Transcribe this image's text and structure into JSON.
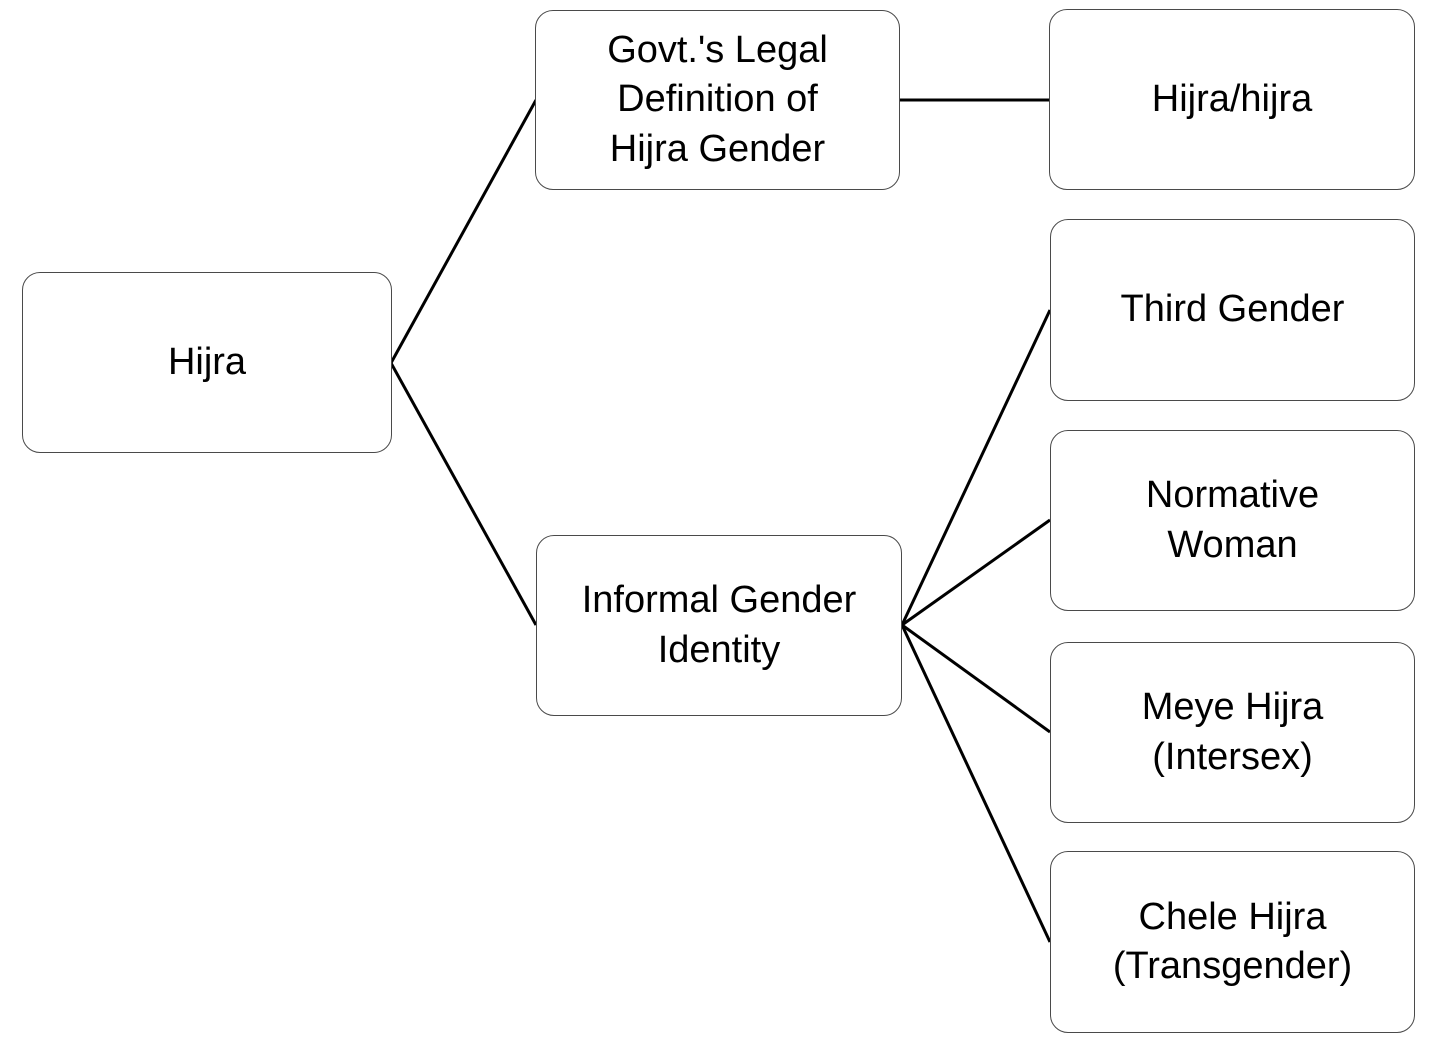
{
  "colors": {
    "background": "#ffffff",
    "edge": "#000000",
    "node_border": "#4a4a4a",
    "node_fill": "#ffffff",
    "text": "#000000"
  },
  "nodes": {
    "root": {
      "label": "Hijra"
    },
    "legal_definition": {
      "label": "Govt.'s Legal\nDefinition of\nHijra Gender"
    },
    "hijra_hijra": {
      "label": "Hijra/hijra"
    },
    "informal_identity": {
      "label": "Informal Gender\nIdentity"
    },
    "third_gender": {
      "label": "Third Gender"
    },
    "normative_woman": {
      "label": "Normative\nWoman"
    },
    "meye_hijra": {
      "label": "Meye Hijra\n(Intersex)"
    },
    "chele_hijra": {
      "label": "Chele Hijra\n(Transgender)"
    }
  },
  "edges": [
    {
      "from": "root",
      "to": "legal_definition"
    },
    {
      "from": "root",
      "to": "informal_identity"
    },
    {
      "from": "legal_definition",
      "to": "hijra_hijra"
    },
    {
      "from": "informal_identity",
      "to": "third_gender"
    },
    {
      "from": "informal_identity",
      "to": "normative_woman"
    },
    {
      "from": "informal_identity",
      "to": "meye_hijra"
    },
    {
      "from": "informal_identity",
      "to": "chele_hijra"
    }
  ]
}
